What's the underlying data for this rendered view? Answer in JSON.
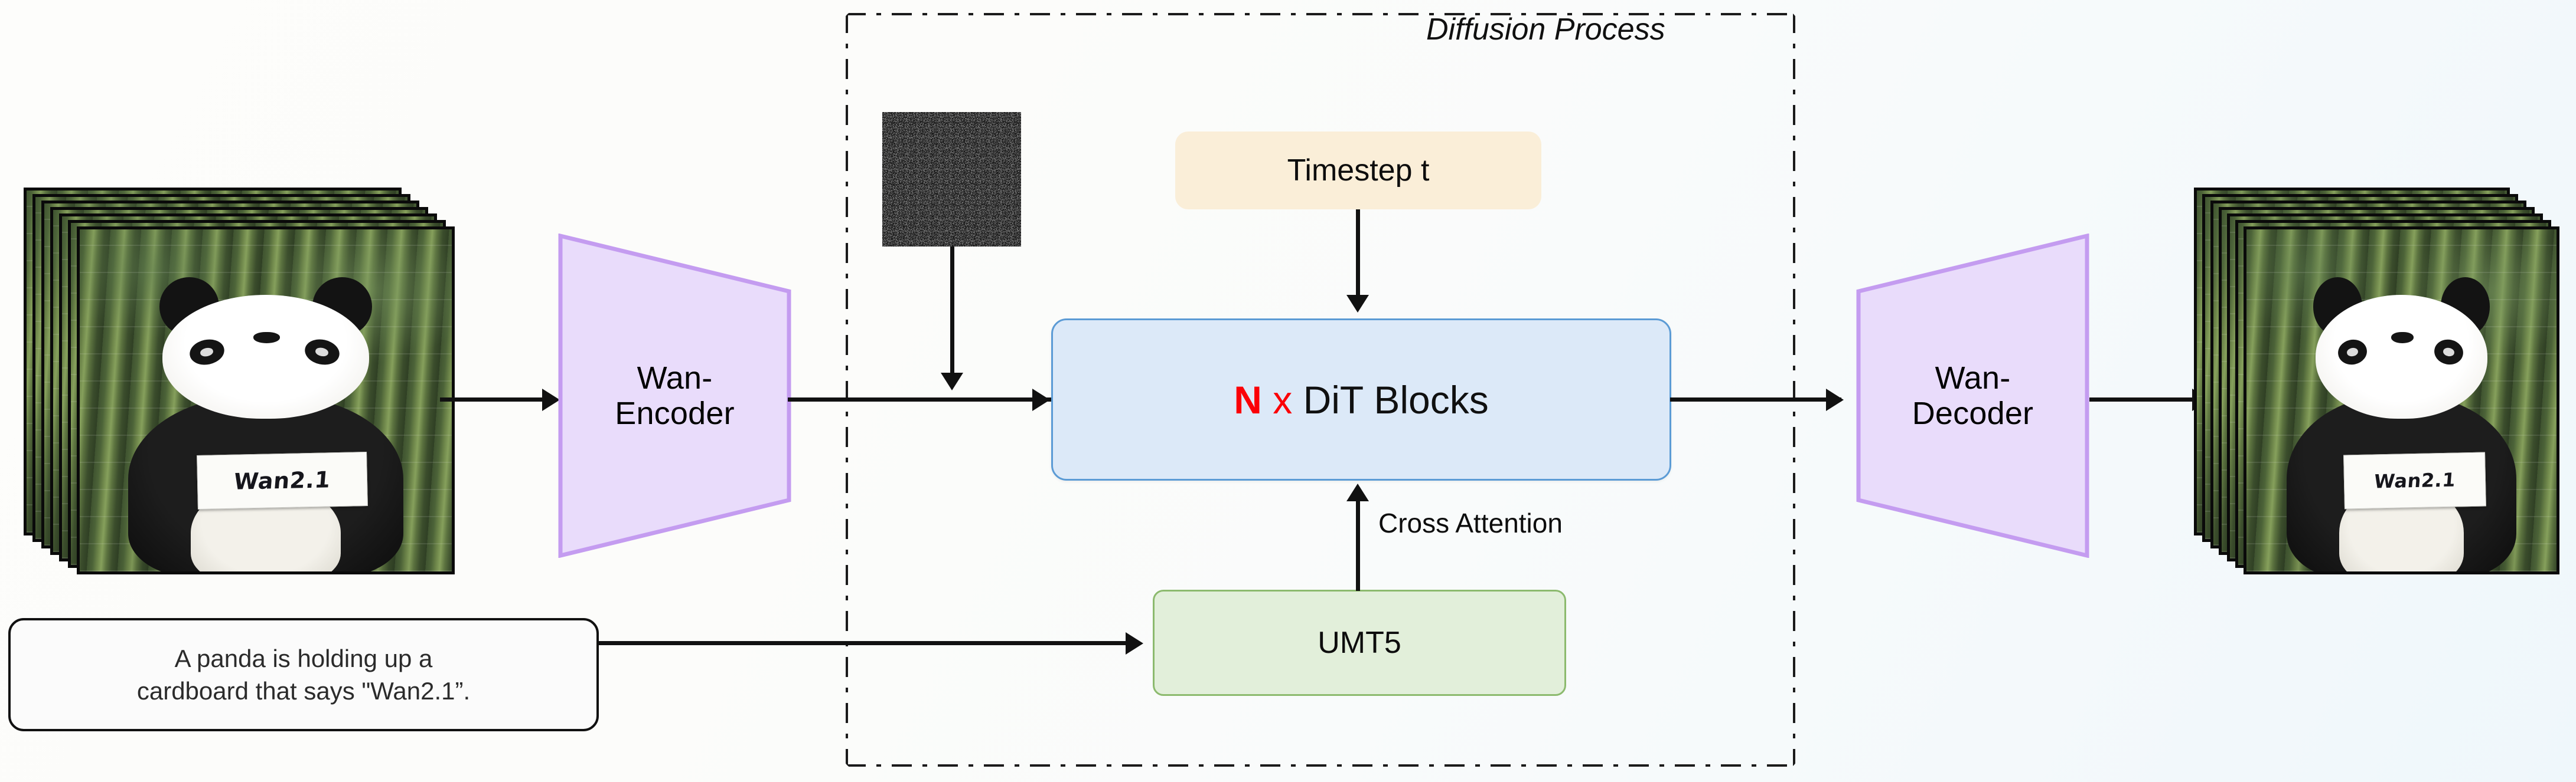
{
  "diagram": {
    "title": "Wan2.1 text-to-video diffusion architecture",
    "diffusion_group_label": "Diffusion Process"
  },
  "nodes": {
    "input_frames": {
      "name": "input video frames",
      "frame_count": 7,
      "sign_text": "Wan2.1"
    },
    "encoder": {
      "line1": "Wan-",
      "line2": "Encoder",
      "color": "#e9dcfb",
      "border": "#c49cf0"
    },
    "noise": {
      "name": "gaussian noise latent"
    },
    "timestep": {
      "label": "Timestep t",
      "color": "#faeed8"
    },
    "dit": {
      "prefix_n": "N",
      "prefix_x": "x",
      "label": "DiT Blocks",
      "color": "#dce9f8",
      "border": "#5b9bd5",
      "accent": "#fb0007"
    },
    "umt5": {
      "label": "UMT5",
      "color": "#e2efda",
      "border": "#8cba6e"
    },
    "prompt": {
      "line1": "A panda is holding up a",
      "line2": "cardboard that says \"Wan2.1”."
    },
    "decoder": {
      "line1": "Wan-",
      "line2": "Decoder",
      "color": "#e9dcfb",
      "border": "#c49cf0"
    },
    "output_frames": {
      "name": "output video frames",
      "frame_count": 7,
      "sign_text": "Wan2.1"
    }
  },
  "edges": {
    "cross_attention_label": "Cross Attention"
  }
}
